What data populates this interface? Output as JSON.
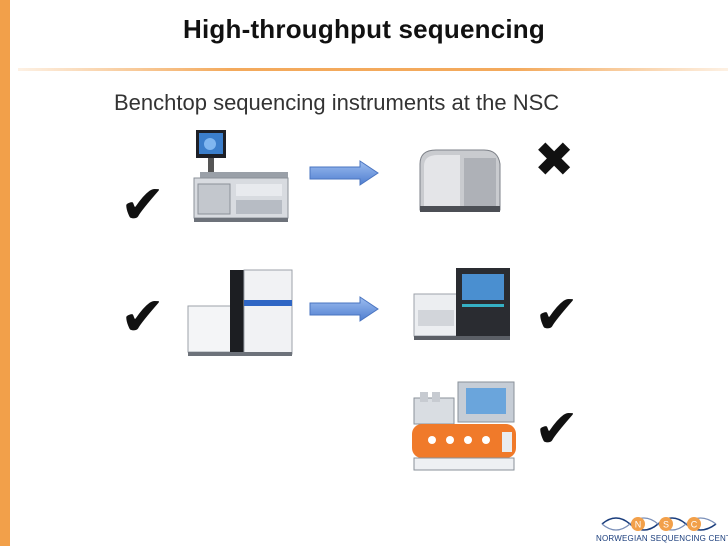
{
  "slide": {
    "title": "High-throughput sequencing",
    "subtitle": "Benchtop sequencing instruments at the NSC"
  },
  "marks": {
    "check": "✔",
    "cross": "✖"
  },
  "logo": {
    "letters": [
      "N",
      "S",
      "C"
    ],
    "text": "NORWEGIAN SEQUENCING CENTRE"
  },
  "colors": {
    "accent": "#f2a04a",
    "arrow": "#6f9be0",
    "logo_blue": "#1a3d7c"
  }
}
